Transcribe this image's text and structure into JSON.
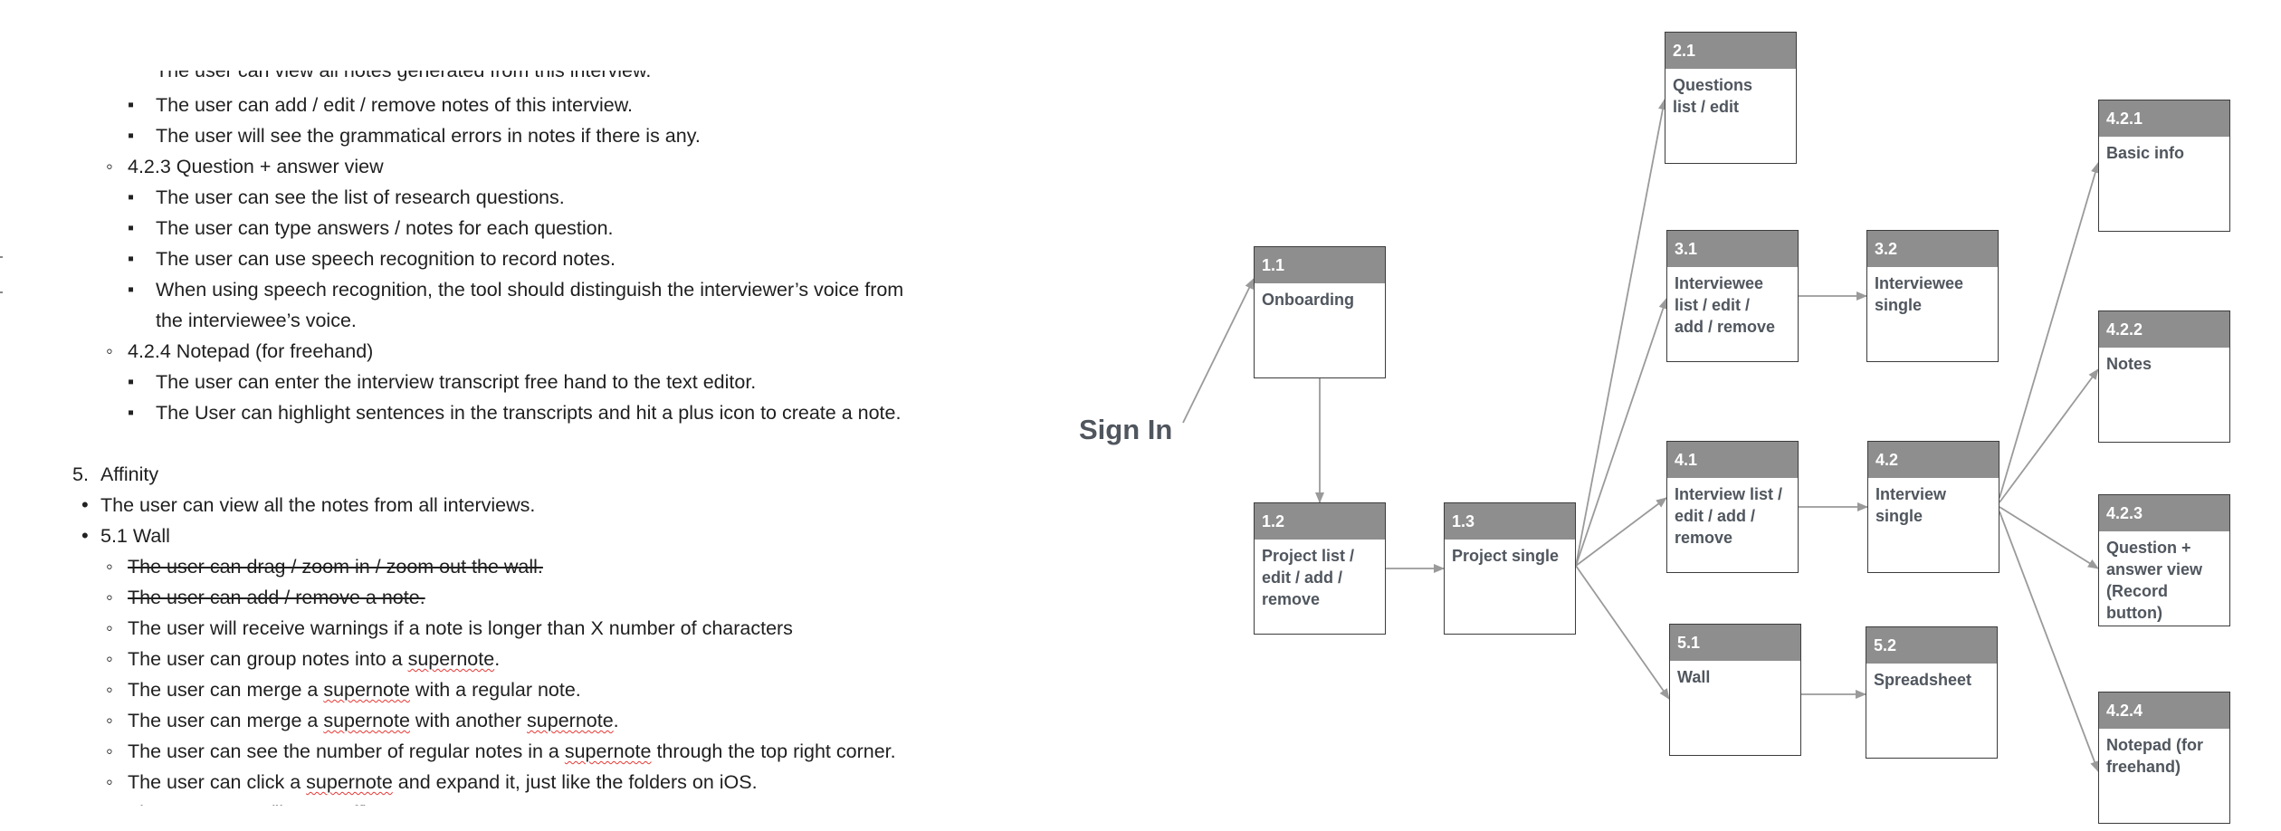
{
  "document": {
    "lines": [
      {
        "text": "The user can view all notes generated from this interview.",
        "level": "square",
        "style": "cut"
      },
      {
        "text": "The user can add / edit / remove notes of this interview.",
        "level": "square"
      },
      {
        "text": "The user will see the grammatical errors in notes if there is any.",
        "level": "square"
      },
      {
        "text": "4.2.3 Question + answer view",
        "level": "circle"
      },
      {
        "text": "The user can see the list of research questions.",
        "level": "square"
      },
      {
        "text": "The user can type answers / notes for each question.",
        "level": "square"
      },
      {
        "text": "The user can use speech recognition to record notes.",
        "level": "square"
      },
      {
        "text": "When using speech recognition, the tool should distinguish the interviewer’s voice from",
        "level": "square"
      },
      {
        "text": "the interviewee’s voice.",
        "level": "continuation"
      },
      {
        "text": "4.2.4 Notepad (for freehand)",
        "level": "circle"
      },
      {
        "text": "The user can enter the interview transcript free hand to the text editor.",
        "level": "square"
      },
      {
        "text": "The User can highlight sentences in the transcripts and hit a plus icon to create a note.",
        "level": "square"
      },
      {
        "text": "Affinity",
        "level": "numbered",
        "number": "5."
      },
      {
        "text": "The user can view all the notes from all interviews.",
        "level": "disc"
      },
      {
        "text": "5.1 Wall",
        "level": "disc"
      },
      {
        "text": "The user can drag / zoom in / zoom out the wall.",
        "level": "circle",
        "style": "strikethrough"
      },
      {
        "text": "The user can add / remove a note.",
        "level": "circle",
        "style": "strikethrough"
      },
      {
        "text": "The user will receive warnings if a note is longer than X number of characters",
        "level": "circle"
      },
      {
        "text": "The user can group notes into a supernote.",
        "level": "circle",
        "misspelled": "supernote"
      },
      {
        "text": "The user can merge a supernote with a regular note.",
        "level": "circle",
        "misspelled": "supernote"
      },
      {
        "text": "The user can merge a supernote with another supernote.",
        "level": "circle",
        "misspelled": "supernote"
      },
      {
        "text": "The user can see the number of regular notes in a supernote through the top right corner.",
        "level": "circle",
        "misspelled": "supernote"
      },
      {
        "text": "The user can click a supernote and expand it, just like the folders on iOS.",
        "level": "circle",
        "misspelled": "supernote"
      },
      {
        "text": "The user can ... (line cut off)",
        "level": "circle",
        "style": "cut"
      }
    ]
  },
  "diagram": {
    "start_label": "Sign In",
    "nodes": [
      {
        "id": "1.1",
        "label": "Onboarding"
      },
      {
        "id": "1.2",
        "label": "Project list /\nedit / add /\nremove"
      },
      {
        "id": "1.3",
        "label": "Project single"
      },
      {
        "id": "2.1",
        "label": "Questions\nlist / edit"
      },
      {
        "id": "3.1",
        "label": "Interviewee\nlist / edit /\nadd / remove"
      },
      {
        "id": "3.2",
        "label": "Interviewee\nsingle"
      },
      {
        "id": "4.1",
        "label": "Interview list /\nedit / add /\nremove"
      },
      {
        "id": "4.2",
        "label": "Interview\nsingle"
      },
      {
        "id": "5.1",
        "label": "Wall"
      },
      {
        "id": "5.2",
        "label": "Spreadsheet"
      },
      {
        "id": "4.2.1",
        "label": "Basic info"
      },
      {
        "id": "4.2.2",
        "label": "Notes"
      },
      {
        "id": "4.2.3",
        "label": "Question +\nanswer view\n(Record\nbutton)"
      },
      {
        "id": "4.2.4",
        "label": "Notepad (for\nfreehand)"
      }
    ],
    "edges": [
      [
        "Sign In",
        "1.1"
      ],
      [
        "1.1",
        "1.2"
      ],
      [
        "1.2",
        "1.3"
      ],
      [
        "1.3",
        "2.1"
      ],
      [
        "1.3",
        "3.1"
      ],
      [
        "1.3",
        "4.1"
      ],
      [
        "1.3",
        "5.1"
      ],
      [
        "3.1",
        "3.2"
      ],
      [
        "4.1",
        "4.2"
      ],
      [
        "5.1",
        "5.2"
      ],
      [
        "4.2",
        "4.2.1"
      ],
      [
        "4.2",
        "4.2.2"
      ],
      [
        "4.2",
        "4.2.3"
      ],
      [
        "4.2",
        "4.2.4"
      ]
    ],
    "colors": {
      "header": "#8e8e8e",
      "label": "#50565e",
      "border": "#3c3c3c",
      "arrow": "#9a9a9a"
    }
  }
}
